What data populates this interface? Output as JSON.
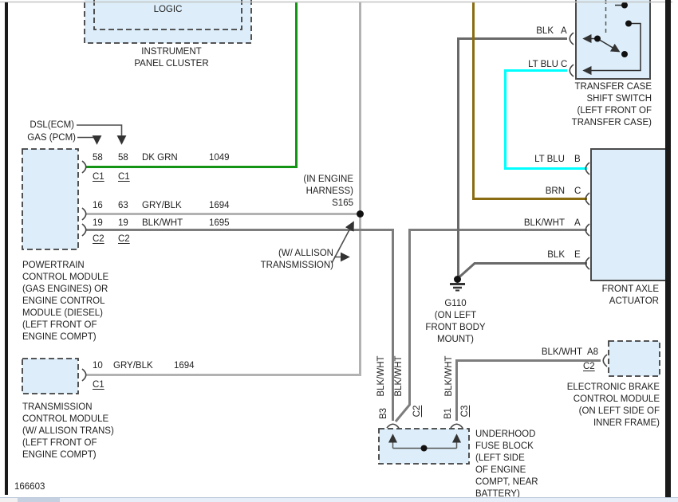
{
  "ipc": {
    "logic_label": "LOGIC",
    "caption": "INSTRUMENT\nPANEL CLUSTER"
  },
  "pcm": {
    "dsl_label": "DSL(ECM)",
    "gas_label": "GAS (PCM)",
    "row1": {
      "pin_a": "58",
      "pin_b": "58",
      "wire_color": "DK GRN",
      "circuit": "1049"
    },
    "conn1": {
      "a": "C1",
      "b": "C1"
    },
    "row2": {
      "pin_a": "16",
      "pin_b": "63",
      "wire_color": "GRY/BLK",
      "circuit": "1694"
    },
    "row3": {
      "pin_a": "19",
      "pin_b": "19",
      "wire_color": "BLK/WHT",
      "circuit": "1695"
    },
    "conn2": {
      "a": "C2",
      "b": "C2"
    },
    "caption": "POWERTRAIN\nCONTROL MODULE\n(GAS ENGINES) OR\nENGINE CONTROL\nMODULE (DIESEL)\n(LEFT FRONT OF\nENGINE COMPT)"
  },
  "tcm": {
    "row": {
      "pin": "10",
      "wire_color": "GRY/BLK",
      "circuit": "1694"
    },
    "conn": "C1",
    "caption": "TRANSMISSION\nCONTROL MODULE\n(W/ ALLISON TRANS)\n(LEFT FRONT OF\nENGINE COMPT)"
  },
  "splice": {
    "label": "(IN ENGINE\nHARNESS)\nS165"
  },
  "allison_note": "(W/ ALLISON\nTRANSMISSION)",
  "transfer_case": {
    "wire_a": {
      "color": "BLK",
      "pin": "A"
    },
    "wire_c": {
      "color": "LT BLU",
      "pin": "C"
    },
    "caption": "TRANSFER CASE\nSHIFT SWITCH\n(LEFT FRONT OF\nTRANSFER CASE)"
  },
  "actuator": {
    "wire_b": {
      "color": "LT BLU",
      "pin": "B"
    },
    "wire_c": {
      "color": "BRN",
      "pin": "C"
    },
    "wire_a": {
      "color": "BLK/WHT",
      "pin": "A"
    },
    "wire_e": {
      "color": "BLK",
      "pin": "E"
    },
    "caption": "FRONT AXLE\nACTUATOR"
  },
  "ground": {
    "caption": "G110\n(ON LEFT\nFRONT BODY\nMOUNT)"
  },
  "ebcm": {
    "wire": {
      "color": "BLK/WHT",
      "pin": "A8"
    },
    "conn": "C2",
    "caption": "ELECTRONIC BRAKE\nCONTROL MODULE\n(ON LEFT SIDE OF\nINNER FRAME)"
  },
  "fuse_block": {
    "wire1_label": "BLK/WHT",
    "wire2_label": "BLK/WHT",
    "wire3_label": "BLK/WHT",
    "pin_b3": "B3",
    "conn_c2": "C2",
    "pin_b1": "B1",
    "conn_c3": "C3",
    "caption": "UNDERHOOD\nFUSE BLOCK\n(LEFT SIDE\nOF ENGINE\nCOMPT, NEAR\nBATTERY)"
  },
  "footer": {
    "diagram_number": "166603"
  },
  "wire_colors": {
    "dk_grn": "#149414",
    "brn": "#8a6d12",
    "lt_blu": "#00ffff",
    "gry_blk": "#b2b2b2",
    "blk_wht": "#7d7d7d",
    "blk": "#696969"
  },
  "box_fill": "#ddeefa"
}
